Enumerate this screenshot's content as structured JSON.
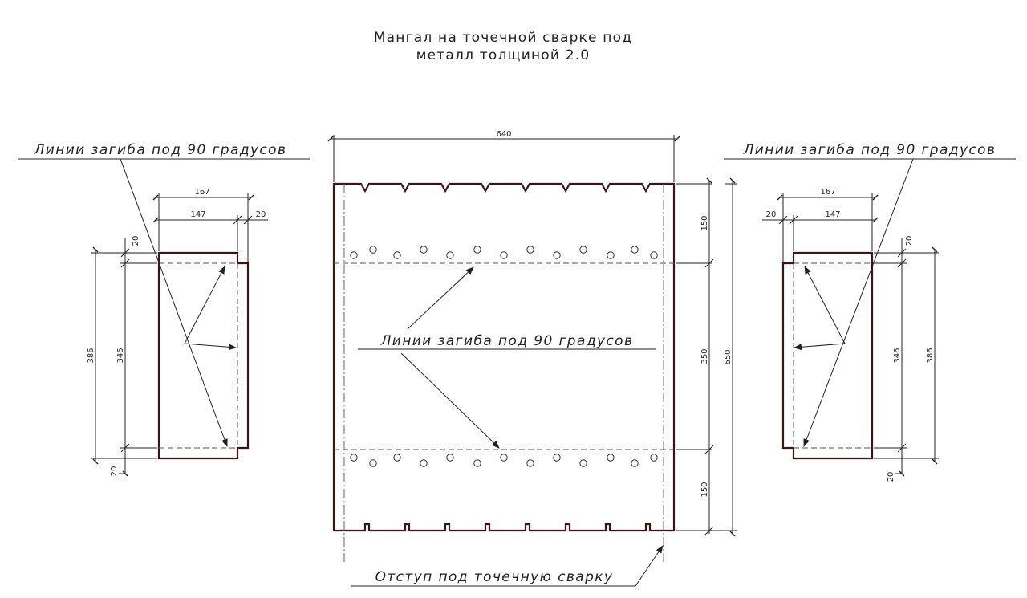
{
  "title": {
    "line1": "Мангал на точечной сварке под",
    "line2": "металл толщиной 2.0"
  },
  "labels": {
    "bend_left": "Линии загиба под 90 градусов",
    "bend_right": "Линии загиба под 90 градусов",
    "bend_center": "Линии загиба под 90 градусов",
    "weld_offset": "Отступ под точечную сварку"
  },
  "dimensions": {
    "main_width": "640",
    "main_height": "650",
    "main_top": "150",
    "main_middle": "350",
    "main_bottom": "150",
    "side_outer_width": "167",
    "side_inner_width": "147",
    "side_flange": "20",
    "side_outer_height": "386",
    "side_inner_height": "346",
    "side_top_flange": "20",
    "side_bottom_flange": "20"
  },
  "colors": {
    "part_outline": "#3a1616",
    "lines": "#222222"
  }
}
